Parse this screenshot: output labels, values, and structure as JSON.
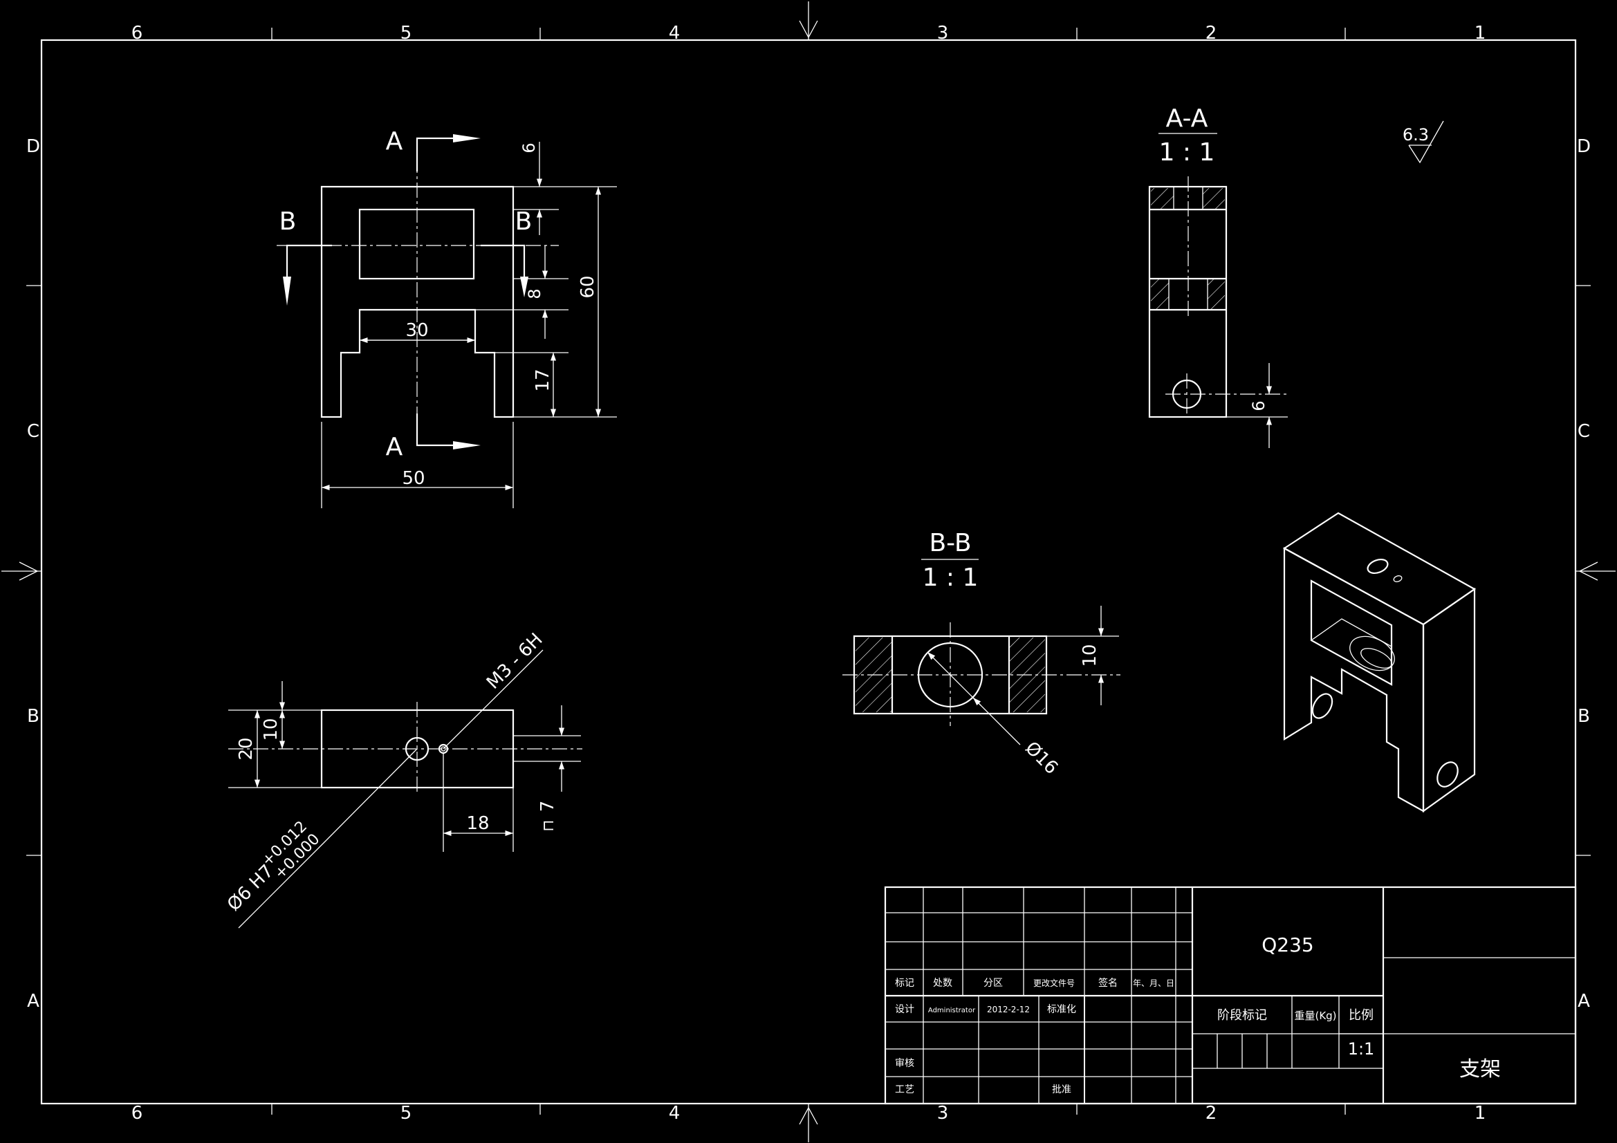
{
  "border": {
    "columns": [
      "6",
      "5",
      "4",
      "3",
      "2",
      "1"
    ],
    "rows": [
      "D",
      "C",
      "B",
      "A"
    ]
  },
  "front_view": {
    "section_a_label": "A",
    "section_b_label": "B",
    "dim_overall_width": "50",
    "dim_slot_width": "30",
    "dim_height": "60",
    "dim_top": "6",
    "dim_window": "8",
    "dim_leg": "17"
  },
  "top_view": {
    "dim_width": "20",
    "dim_half": "10",
    "dim_offset": "18",
    "dim_depth": "7",
    "depth_symbol": "⊓",
    "thread_callout": "M3 - 6H",
    "hole_callout": "Ø6 H7",
    "hole_tol_upper": "+0.012",
    "hole_tol_lower": "+0.000"
  },
  "section_aa": {
    "title": "A-A",
    "scale": "1 : 1",
    "dim_hole_offset": "6"
  },
  "section_bb": {
    "title": "B-B",
    "scale": "1 : 1",
    "dim_thickness": "10",
    "dim_diameter": "Ø16"
  },
  "roughness": {
    "value": "6.3"
  },
  "title_block": {
    "material": "Q235",
    "part_name": "支架",
    "headers": {
      "mark": "标记",
      "count": "处数",
      "zone": "分区",
      "change_doc": "更改文件号",
      "signature": "签名",
      "date": "年、月、日"
    },
    "designer_label": "设计",
    "designer_name": "Administrator",
    "design_date": "2012-2-12",
    "standardize_label": "标准化",
    "review_label": "审核",
    "process_label": "工艺",
    "approve_label": "批准",
    "stage_label": "阶段标记",
    "weight_label": "重量(Kg)",
    "scale_label": "比例",
    "scale_value": "1:1"
  }
}
